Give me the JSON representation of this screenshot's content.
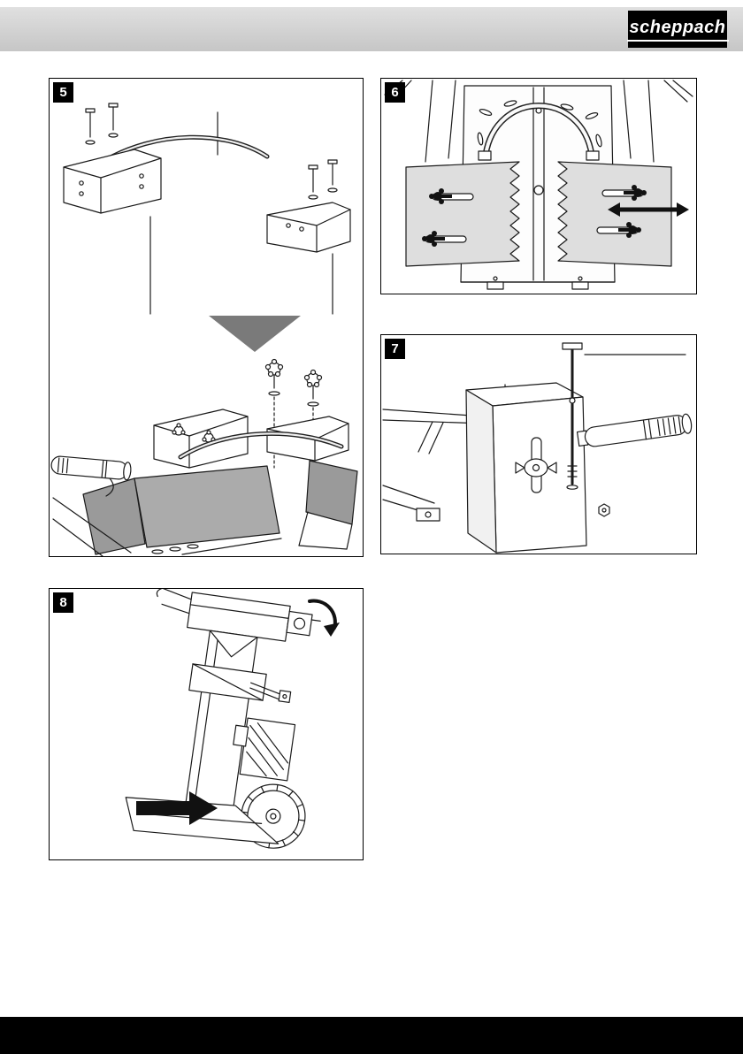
{
  "header": {
    "brand": "scheppach"
  },
  "figures": [
    {
      "number": "5",
      "name": "exploded-view-log-table-brackets-and-knobs"
    },
    {
      "number": "6",
      "name": "serrated-clamp-plates-width-adjustment"
    },
    {
      "number": "7",
      "name": "control-handle-and-locking-rod-detail"
    },
    {
      "number": "8",
      "name": "tilt-machine-onto-wheels-for-transport"
    }
  ],
  "icons": {
    "down_arrow": "down-triangle-arrow",
    "double_arrow": "left-right-double-arrow",
    "right_arrow": "solid-right-arrow",
    "rotate_arrow": "rotate-clockwise-arrow"
  },
  "colors": {
    "header_bar": "#cfcfcf",
    "logo_bg": "#000000",
    "logo_text": "#ffffff",
    "badge_bg": "#000000",
    "badge_text": "#ffffff",
    "panel_border": "#000000",
    "part_gray": "#9a9a9a",
    "arrow_gray": "#7a7a7a",
    "footer_bar": "#000000",
    "line": "#1a1a1a"
  }
}
